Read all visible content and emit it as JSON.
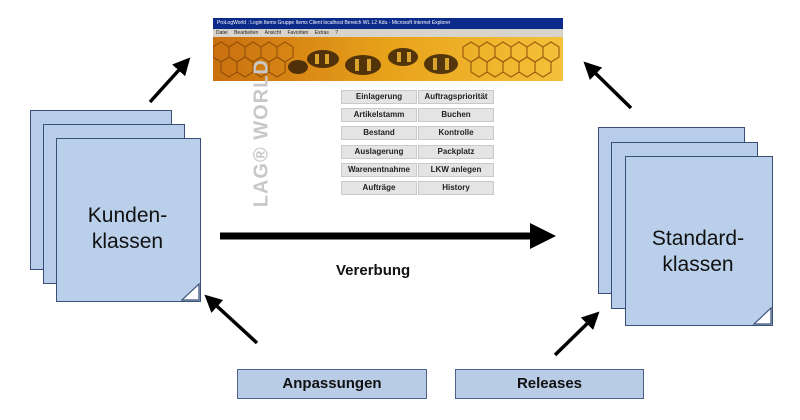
{
  "screenshot": {
    "window_title": "ProLogWorld : Login Items Gruppe Items Client localhost Bereich WL L2 Kdu - Microsoft Internet Explorer",
    "menu": [
      "Datei",
      "Bearbeiten",
      "Ansicht",
      "Favoriten",
      "Extras",
      "?"
    ],
    "watermark": "OLAG® WORLD",
    "buttons": [
      {
        "label": "Einlagerung"
      },
      {
        "label": "Auftragspriorität"
      },
      {
        "label": "Artikelstamm"
      },
      {
        "label": "Buchen"
      },
      {
        "label": "Bestand"
      },
      {
        "label": "Kontrolle"
      },
      {
        "label": "Auslagerung"
      },
      {
        "label": "Packplatz"
      },
      {
        "label": "Warenentnahme"
      },
      {
        "label": "LKW anlegen"
      },
      {
        "label": "Aufträge"
      },
      {
        "label": "History"
      }
    ],
    "colors": {
      "titlebar": "#0b2a8a",
      "banner": "#e8a21a"
    }
  },
  "left_stack": {
    "line1": "Kunden-",
    "line2": "klassen"
  },
  "right_stack": {
    "line1": "Standard-",
    "line2": "klassen"
  },
  "inheritance_label": "Vererbung",
  "bottom_left": "Anpassungen",
  "bottom_right": "Releases",
  "colors": {
    "page_fill": "#b7cdea",
    "arrow": "#000000"
  }
}
